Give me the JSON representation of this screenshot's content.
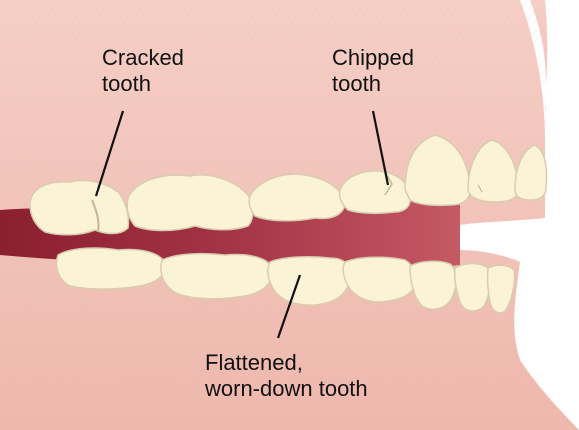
{
  "labels": {
    "cracked": {
      "line1": "Cracked",
      "line2": "tooth"
    },
    "chipped": {
      "line1": "Chipped",
      "line2": "tooth"
    },
    "flattened": {
      "line1": "Flattened,",
      "line2": "worn-down tooth"
    }
  },
  "colors": {
    "gum": "#f3c6bd",
    "gum_shade": "#e7a79b",
    "mouth_interior": "#9e2a3a",
    "tooth": "#fbf3d6",
    "tooth_outline": "#d9ccb0",
    "leader_line": "#111111"
  }
}
